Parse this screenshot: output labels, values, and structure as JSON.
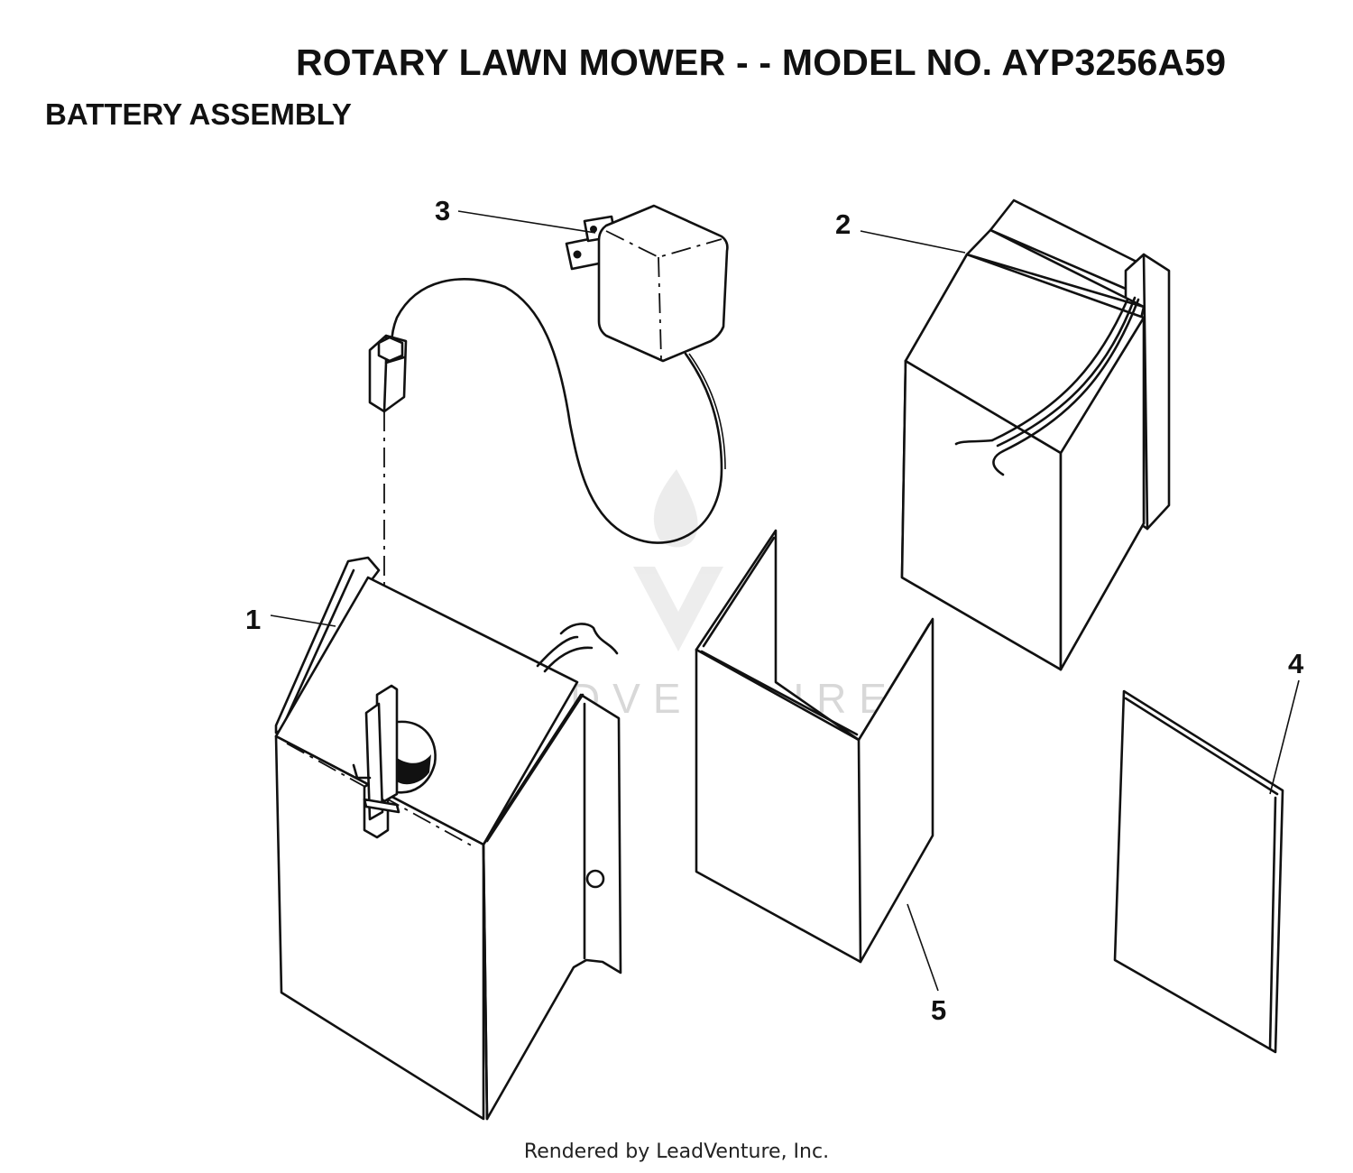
{
  "header": {
    "title": "ROTARY LAWN MOWER - - MODEL NO.  AYP3256A59",
    "subtitle": "BATTERY ASSEMBLY"
  },
  "callouts": [
    "1",
    "2",
    "3",
    "4",
    "5"
  ],
  "watermark": {
    "text": "LEADVENTURE"
  },
  "footer": {
    "text": "Rendered by LeadVenture, Inc."
  }
}
